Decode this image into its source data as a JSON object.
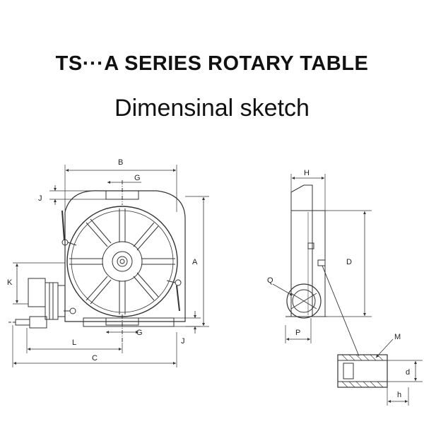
{
  "header": {
    "title": "TS···A SERIES ROTARY TABLE",
    "subtitle": "Dimensinal sketch"
  },
  "front_view": {
    "labels": {
      "B": "B",
      "G_top": "G",
      "J_top": "J",
      "A": "A",
      "K": "K",
      "G_bottom": "G",
      "J_bottom": "J",
      "L": "L",
      "C": "C"
    }
  },
  "side_view": {
    "labels": {
      "H": "H",
      "D": "D",
      "Q": "Q",
      "P": "P"
    }
  },
  "detail_view": {
    "labels": {
      "M": "M",
      "d": "d",
      "h": "h"
    }
  }
}
